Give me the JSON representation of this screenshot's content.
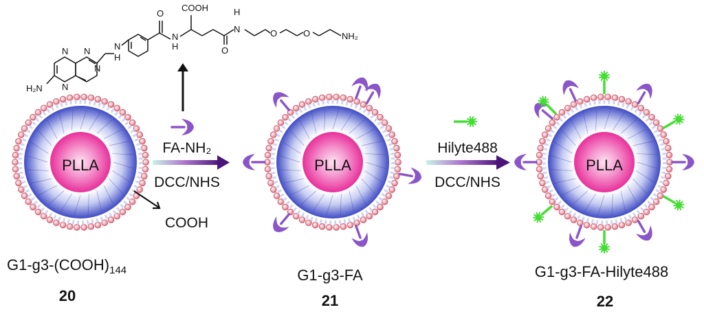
{
  "folate": {
    "cooh": "COOH",
    "h": "H",
    "n": "N",
    "o": "O",
    "nh2": "NH₂",
    "h2n": "H₂N"
  },
  "particles": [
    {
      "core_label": "PLLA",
      "name": "G1-g3-(COOH)",
      "name_sub": "144",
      "number": "20"
    },
    {
      "core_label": "PLLA",
      "name": "G1-g3-FA",
      "number": "21"
    },
    {
      "core_label": "PLLA",
      "name": "G1-g3-FA-Hilyte488",
      "number": "22"
    }
  ],
  "reaction1": {
    "reagent": "FA-NH₂",
    "conditions": "DCC/NHS"
  },
  "reaction2": {
    "reagent": "Hilyte488",
    "conditions": "DCC/NHS"
  },
  "pointer_label": "COOH",
  "colors": {
    "core_pink": "#e8309a",
    "shell_blue": "#4a55c8",
    "surface_group": "#e07080",
    "folate_ligand": "#8a55c8",
    "dye": "#44dd33",
    "arrow_dark": "#5a1b82",
    "arrow_light": "#b8eedd"
  }
}
